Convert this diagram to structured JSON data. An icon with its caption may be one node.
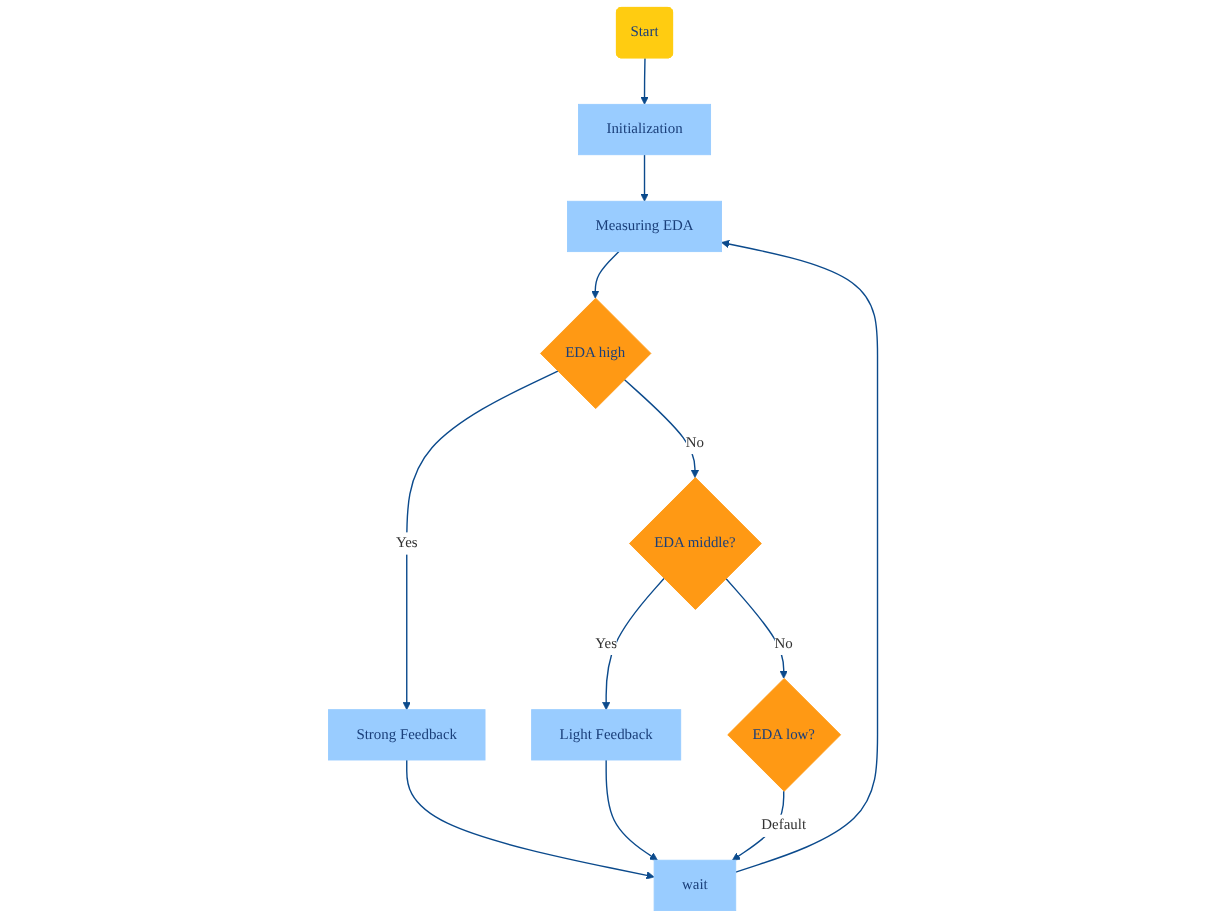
{
  "diagram": {
    "nodes": [
      {
        "text": [
          "Start"
        ]
      },
      {
        "text": [
          "Initialization"
        ]
      },
      {
        "text": [
          "Measuring EDA"
        ]
      },
      {
        "text": [
          "EDA high"
        ]
      },
      {
        "text": [
          "Strong Feedback"
        ]
      },
      {
        "text": [
          "wait"
        ]
      },
      {
        "text": [
          "EDA middle?"
        ]
      },
      {
        "text": [
          "Light Feedback"
        ]
      },
      {
        "text": [
          "EDA low?"
        ]
      }
    ],
    "edges": [
      {
        "from": 0,
        "to": 1,
        "arrow": "to"
      },
      {
        "from": 1,
        "to": 2,
        "arrow": "to"
      },
      {
        "from": 2,
        "to": 3,
        "arrow": "to"
      },
      {
        "from": 3,
        "to": 4,
        "arrow": "to",
        "label": "Yes"
      },
      {
        "from": 4,
        "to": 5,
        "arrow": "to"
      },
      {
        "from": 5,
        "to": 2,
        "arrow": "to"
      },
      {
        "from": 3,
        "to": 6,
        "arrow": "to",
        "label": "No"
      },
      {
        "from": 6,
        "to": 7,
        "arrow": "to",
        "label": "Yes"
      },
      {
        "from": 7,
        "to": 5,
        "arrow": "to"
      },
      {
        "from": 6,
        "to": 8,
        "arrow": "to",
        "label": "No"
      },
      {
        "from": 8,
        "to": 5,
        "arrow": "to",
        "label": "Default"
      }
    ]
  }
}
